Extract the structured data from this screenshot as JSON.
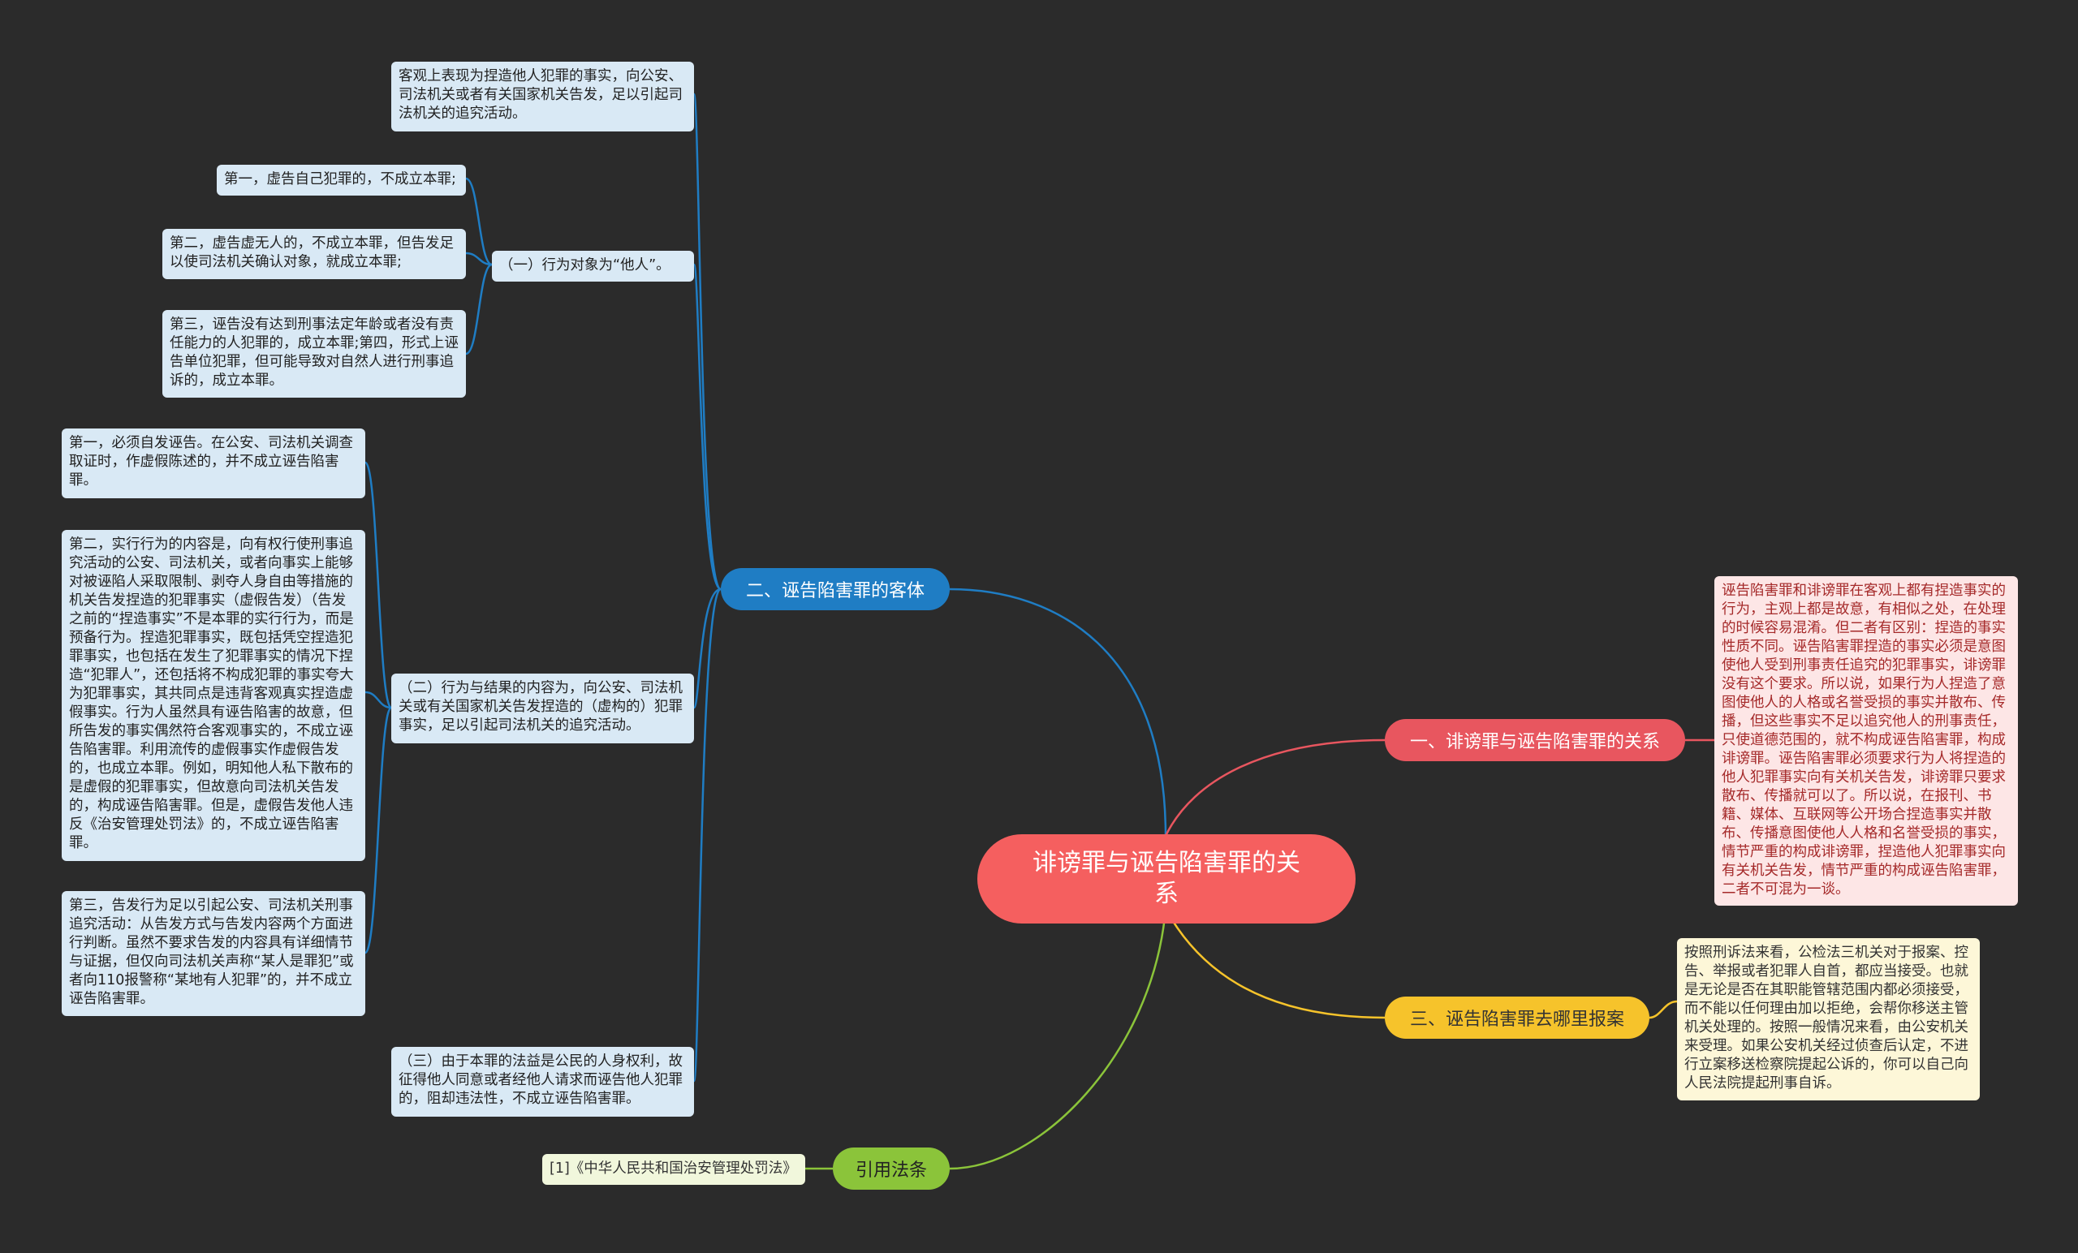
{
  "root": {
    "label": "诽谤罪与诬告陷害罪的关系"
  },
  "colors": {
    "background": "#2b2b2b",
    "blue": "#1f7dc4",
    "red": "#e8565f",
    "yellow": "#f6c32b",
    "green": "#8bc43a",
    "root": "#f55f5f"
  },
  "branches": {
    "b2": {
      "label": "二、诬告陷害罪的客体",
      "n1": "客观上表现为捏造他人犯罪的事实，向公安、司法机关或者有关国家机关告发，足以引起司法机关的追究活动。",
      "n2": {
        "label": "（一）行为对象为“他人”。",
        "c1": "第一，虚告自己犯罪的，不成立本罪;",
        "c2": "第二，虚告虚无人的，不成立本罪，但告发足以使司法机关确认对象，就成立本罪;",
        "c3": "第三，诬告没有达到刑事法定年龄或者没有责任能力的人犯罪的，成立本罪;第四，形式上诬告单位犯罪，但可能导致对自然人进行刑事追诉的，成立本罪。"
      },
      "n3": {
        "label": "（二）行为与结果的内容为，向公安、司法机关或有关国家机关告发捏造的（虚构的）犯罪事实，足以引起司法机关的追究活动。",
        "c1": "第一，必须自发诬告。在公安、司法机关调查取证时，作虚假陈述的，并不成立诬告陷害罪。",
        "c2": "第二，实行行为的内容是，向有权行使刑事追究活动的公安、司法机关，或者向事实上能够对被诬陷人采取限制、剥夺人身自由等措施的机关告发捏造的犯罪事实（虚假告发）（告发之前的“捏造事实”不是本罪的实行行为，而是预备行为。捏造犯罪事实，既包括凭空捏造犯罪事实，也包括在发生了犯罪事实的情况下捏造“犯罪人”，还包括将不构成犯罪的事实夸大为犯罪事实，其共同点是违背客观真实捏造虚假事实。行为人虽然具有诬告陷害的故意，但所告发的事实偶然符合客观事实的，不成立诬告陷害罪。利用流传的虚假事实作虚假告发的，也成立本罪。例如，明知他人私下散布的是虚假的犯罪事实，但故意向司法机关告发的，构成诬告陷害罪。但是，虚假告发他人违反《治安管理处罚法》的，不成立诬告陷害罪。",
        "c3": "第三，告发行为足以引起公安、司法机关刑事追究活动：从告发方式与告发内容两个方面进行判断。虽然不要求告发的内容具有详细情节与证据，但仅向司法机关声称“某人是罪犯”或者向110报警称“某地有人犯罪”的，并不成立诬告陷害罪。"
      },
      "n4": "（三）由于本罪的法益是公民的人身权利，故征得他人同意或者经他人请求而诬告他人犯罪的，阻却违法性，不成立诬告陷害罪。"
    },
    "b1": {
      "label": "一、诽谤罪与诬告陷害罪的关系",
      "c1": "诬告陷害罪和诽谤罪在客观上都有捏造事实的行为，主观上都是故意，有相似之处，在处理的时候容易混淆。但二者有区别：捏造的事实性质不同。诬告陷害罪捏造的事实必须是意图使他人受到刑事责任追究的犯罪事实，诽谤罪没有这个要求。所以说，如果行为人捏造了意图使他人的人格或名誉受损的事实并散布、传播，但这些事实不足以追究他人的刑事责任，只使道德范围的，就不构成诬告陷害罪，构成诽谤罪。诬告陷害罪必须要求行为人将捏造的他人犯罪事实向有关机关告发，诽谤罪只要求散布、传播就可以了。所以说，在报刊、书籍、媒体、互联网等公开场合捏造事实并散布、传播意图使他人人格和名誉受损的事实，情节严重的构成诽谤罪，捏造他人犯罪事实向有关机关告发，情节严重的构成诬告陷害罪，二者不可混为一谈。"
    },
    "b3": {
      "label": "三、诬告陷害罪去哪里报案",
      "c1": "按照刑诉法来看，公检法三机关对于报案、控告、举报或者犯罪人自首，都应当接受。也就是无论是否在其职能管辖范围内都必须接受，而不能以任何理由加以拒绝，会帮你移送主管机关处理的。按照一般情况来看，由公安机关来受理。如果公安机关经过侦查后认定，不进行立案移送检察院提起公诉的，你可以自己向人民法院提起刑事自诉。"
    },
    "b4": {
      "label": "引用法条",
      "c1": "[1]《中华人民共和国治安管理处罚法》"
    }
  }
}
